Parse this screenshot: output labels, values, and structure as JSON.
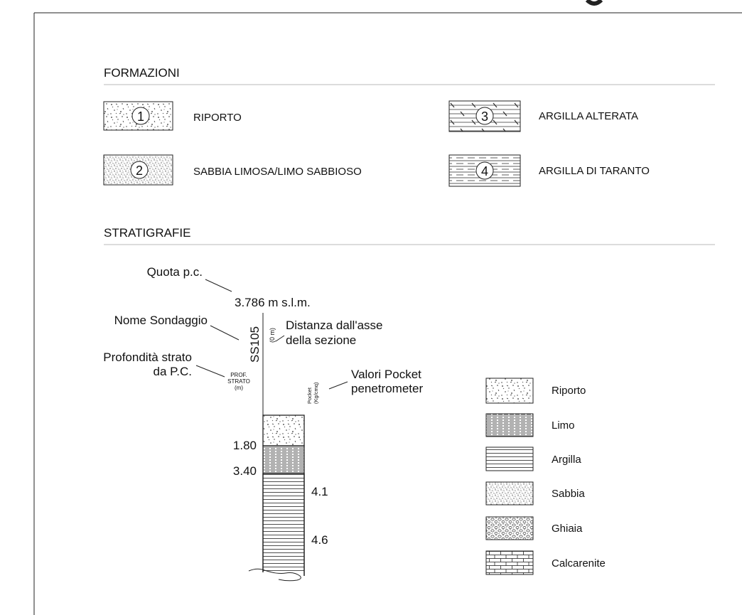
{
  "sections": {
    "formazioni_title": "FORMAZIONI",
    "stratigrafie_title": "STRATIGRAFIE"
  },
  "formations": [
    {
      "number": "1",
      "label": "RIPORTO",
      "pattern": "riporto-dots"
    },
    {
      "number": "2",
      "label": "SABBIA LIMOSA/LIMO SABBIOSO",
      "pattern": "sabbia-speckle"
    },
    {
      "number": "3",
      "label": "ARGILLA ALTERATA",
      "pattern": "argilla-alterata-hatch"
    },
    {
      "number": "4",
      "label": "ARGILLA DI TARANTO",
      "pattern": "argilla-taranto-dashes"
    }
  ],
  "borehole": {
    "quota_label": "Quota p.c.",
    "elevation": "3.786 m s.l.m.",
    "nome_label": "Nome Sondaggio",
    "name": "SS105",
    "distance": "(0 m)",
    "distanza_label_line1": "Distanza dall'asse",
    "distanza_label_line2": "della sezione",
    "profondita_label_line1": "Profondità strato",
    "profondita_label_line2": "da P.C.",
    "prof_header_line1": "PROF.",
    "prof_header_line2": "STRATO",
    "prof_header_line3": "(m)",
    "pocket_header_line1": "Pocket",
    "pocket_header_line2": "(Kg/cmq)",
    "pocket_label_line1": "Valori Pocket",
    "pocket_label_line2": "penetrometer",
    "depths": [
      "1.80",
      "3.40"
    ],
    "pocket_values": [
      "4.1",
      "4.6"
    ]
  },
  "legend": [
    {
      "label": "Riporto",
      "pattern": "riporto"
    },
    {
      "label": "Limo",
      "pattern": "limo"
    },
    {
      "label": "Argilla",
      "pattern": "argilla"
    },
    {
      "label": "Sabbia",
      "pattern": "sabbia"
    },
    {
      "label": "Ghiaia",
      "pattern": "ghiaia"
    },
    {
      "label": "Calcarenite",
      "pattern": "calcarenite"
    }
  ],
  "colors": {
    "line": "#111111",
    "rule": "#d0d0d0",
    "border": "#222222"
  }
}
